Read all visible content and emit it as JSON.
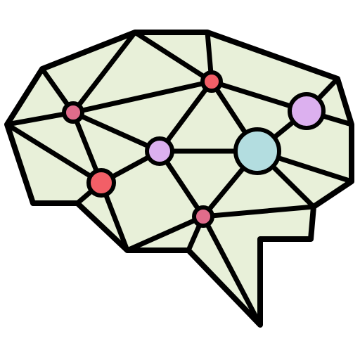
{
  "icon": {
    "name": "brain-network-icon",
    "colors": {
      "fill": "#e8f0d9",
      "stroke": "#000000",
      "node_red": "#f25f67",
      "node_pink": "#e06c8b",
      "node_lavender": "#dcb0ef",
      "node_teal": "#b3dde0"
    },
    "nodes": [
      {
        "id": "node-1",
        "color": "node_pink"
      },
      {
        "id": "node-2",
        "color": "node_red"
      },
      {
        "id": "node-3",
        "color": "node_lavender"
      },
      {
        "id": "node-4",
        "color": "node_red"
      },
      {
        "id": "node-5",
        "color": "node_teal"
      },
      {
        "id": "node-6",
        "color": "node_lavender"
      },
      {
        "id": "node-7",
        "color": "node_pink"
      }
    ]
  }
}
